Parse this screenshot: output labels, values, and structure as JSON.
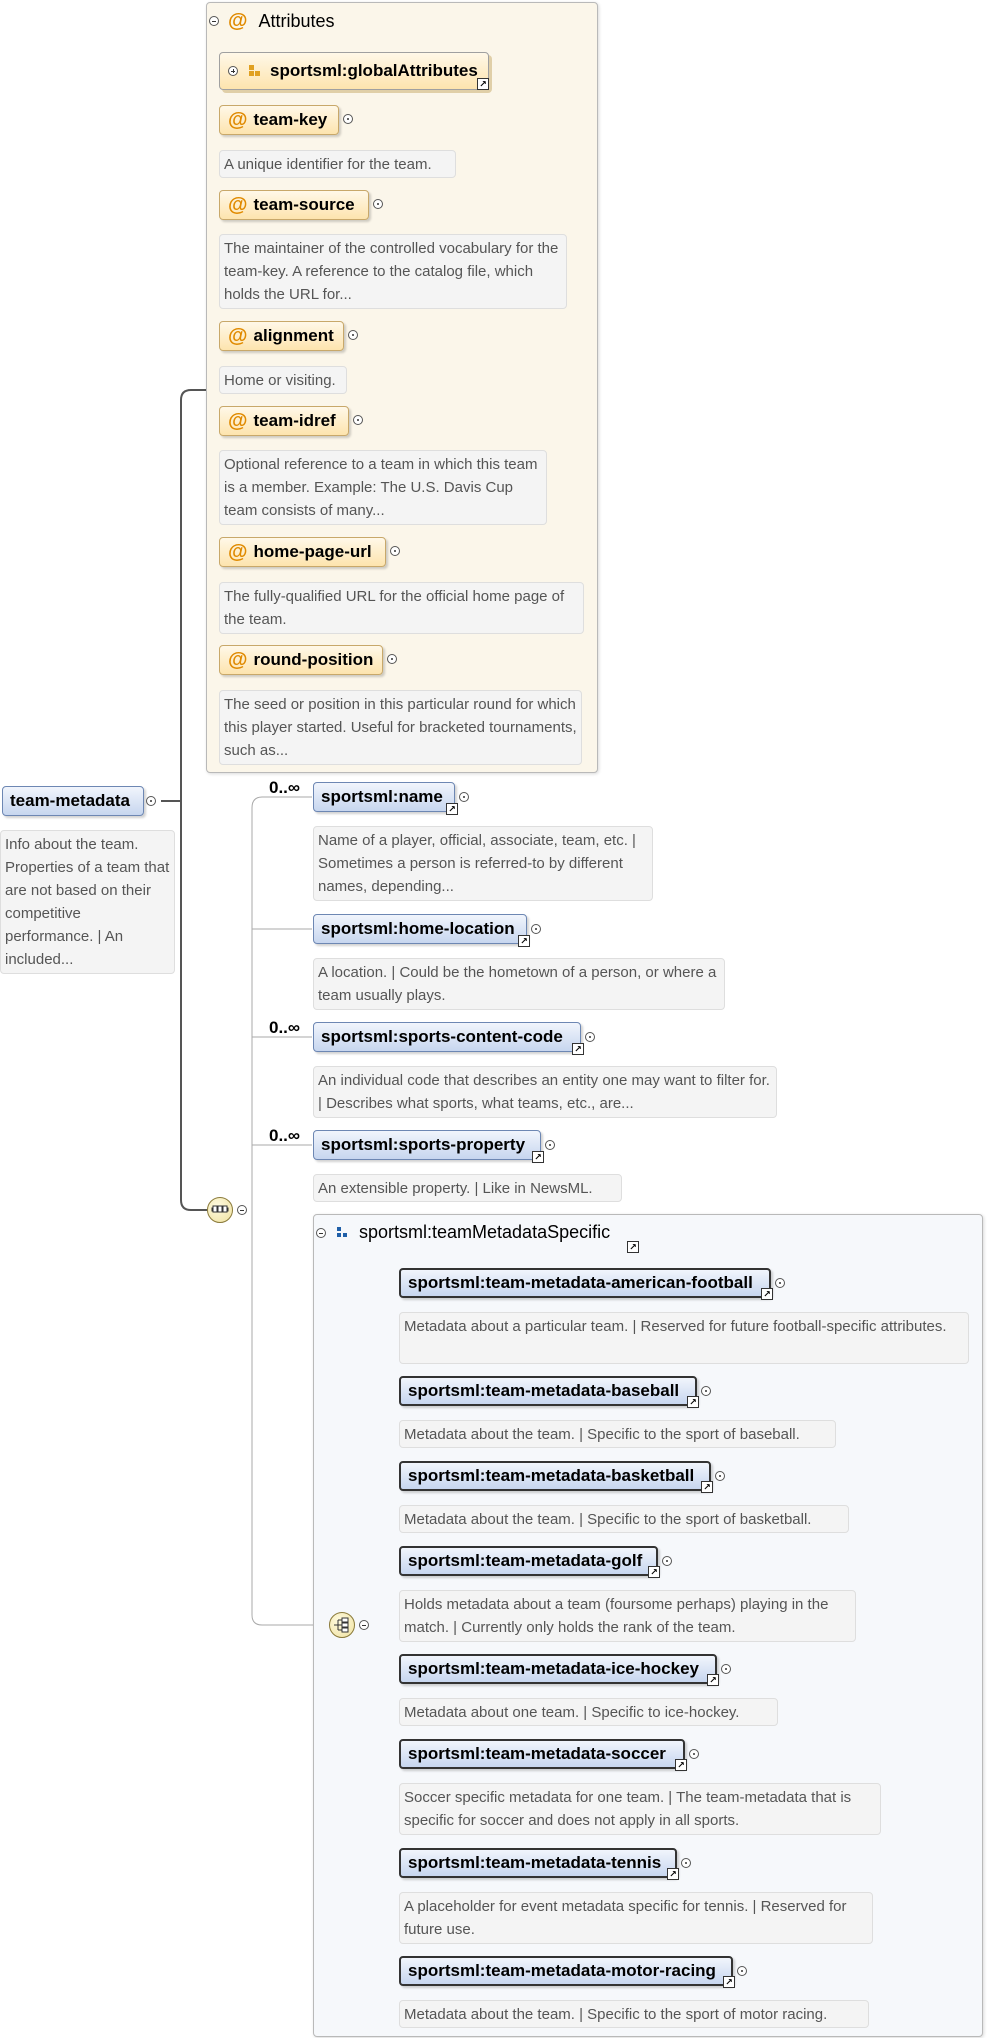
{
  "root": {
    "name": "team-metadata",
    "description": "Info about the team. Properties of a team that are not based on their competitive performance. | An included..."
  },
  "attributes_panel": {
    "title": "Attributes",
    "global_attributes": "sportsml:globalAttributes",
    "items": [
      {
        "name": "team-key",
        "description": "A unique identifier for the team."
      },
      {
        "name": "team-source",
        "description": "The maintainer of the controlled vocabulary for the team-key. A reference to the catalog file, which holds the URL for..."
      },
      {
        "name": "alignment",
        "description": "Home or visiting."
      },
      {
        "name": "team-idref",
        "description": "Optional reference to a team in which this team is a member. Example: The U.S. Davis Cup team consists of many..."
      },
      {
        "name": "home-page-url",
        "description": "The fully-qualified URL for the official home page of the team."
      },
      {
        "name": "round-position",
        "description": "The seed or position in this particular round for which this player started. Useful for bracketed tournaments, such as..."
      }
    ]
  },
  "sequence_children": [
    {
      "cardinality": "0..∞",
      "name": "sportsml:name",
      "description": "Name of a player, official, associate, team, etc. | Sometimes a person is referred-to by different names, depending..."
    },
    {
      "cardinality": "",
      "name": "sportsml:home-location",
      "description": "A location. | Could be the hometown of a person, or where a team usually plays."
    },
    {
      "cardinality": "0..∞",
      "name": "sportsml:sports-content-code",
      "description": "An individual code that describes an entity one may want to filter for. | Describes what sports, what teams, etc., are..."
    },
    {
      "cardinality": "0..∞",
      "name": "sportsml:sports-property",
      "description": "An extensible property. | Like in NewsML."
    }
  ],
  "group_panel": {
    "title": "sportsml:teamMetadataSpecific",
    "choices": [
      {
        "name": "sportsml:team-metadata-american-football",
        "description": "Metadata about a particular team. | Reserved for future football-specific attributes."
      },
      {
        "name": "sportsml:team-metadata-baseball",
        "description": "Metadata about the team. | Specific to the sport of baseball."
      },
      {
        "name": "sportsml:team-metadata-basketball",
        "description": "Metadata about the team. | Specific to the sport of basketball."
      },
      {
        "name": "sportsml:team-metadata-golf",
        "description": "Holds metadata about a team (foursome perhaps) playing in the match. | Currently only holds the rank of the team."
      },
      {
        "name": "sportsml:team-metadata-ice-hockey",
        "description": "Metadata about one team. | Specific to ice-hockey."
      },
      {
        "name": "sportsml:team-metadata-soccer",
        "description": "Soccer specific metadata for one team. | The team-metadata that is specific for soccer and does not apply in all sports."
      },
      {
        "name": "sportsml:team-metadata-tennis",
        "description": "A placeholder for event metadata specific for tennis. | Reserved for future use."
      },
      {
        "name": "sportsml:team-metadata-motor-racing",
        "description": "Metadata about the team. | Specific to the sport of motor racing."
      }
    ]
  },
  "colors": {
    "attribute_fill": "#fde4ae",
    "element_fill": "#c7d6ef",
    "attr_panel_bg": "#fbf6ea",
    "group_panel_bg": "#f6f8fb",
    "at_symbol": "#e08a00"
  }
}
